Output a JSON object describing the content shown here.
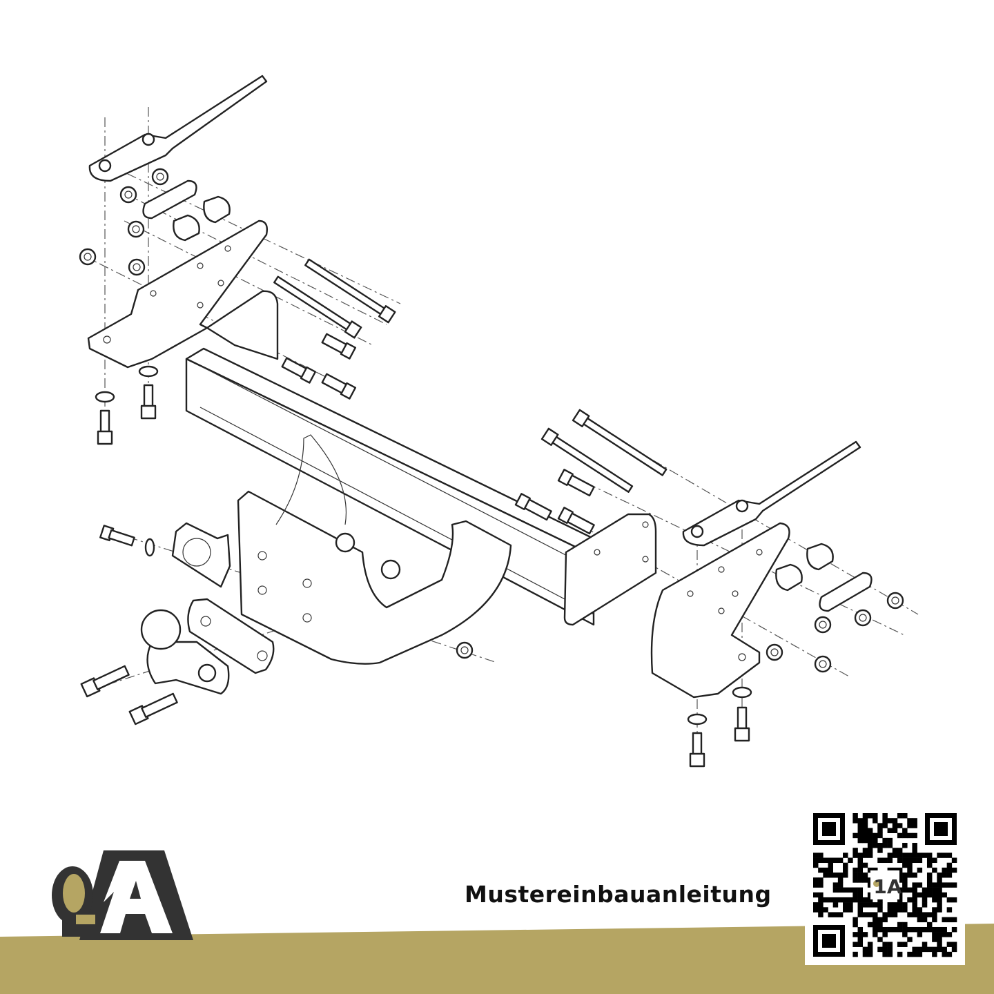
{
  "caption": "Mustereinbauanleitung",
  "logo": {
    "text": "1A"
  },
  "qr_code": {
    "center_text": "1A"
  },
  "colors": {
    "band": "#b5a563",
    "logo_dark": "#333333",
    "line": "#222222"
  }
}
